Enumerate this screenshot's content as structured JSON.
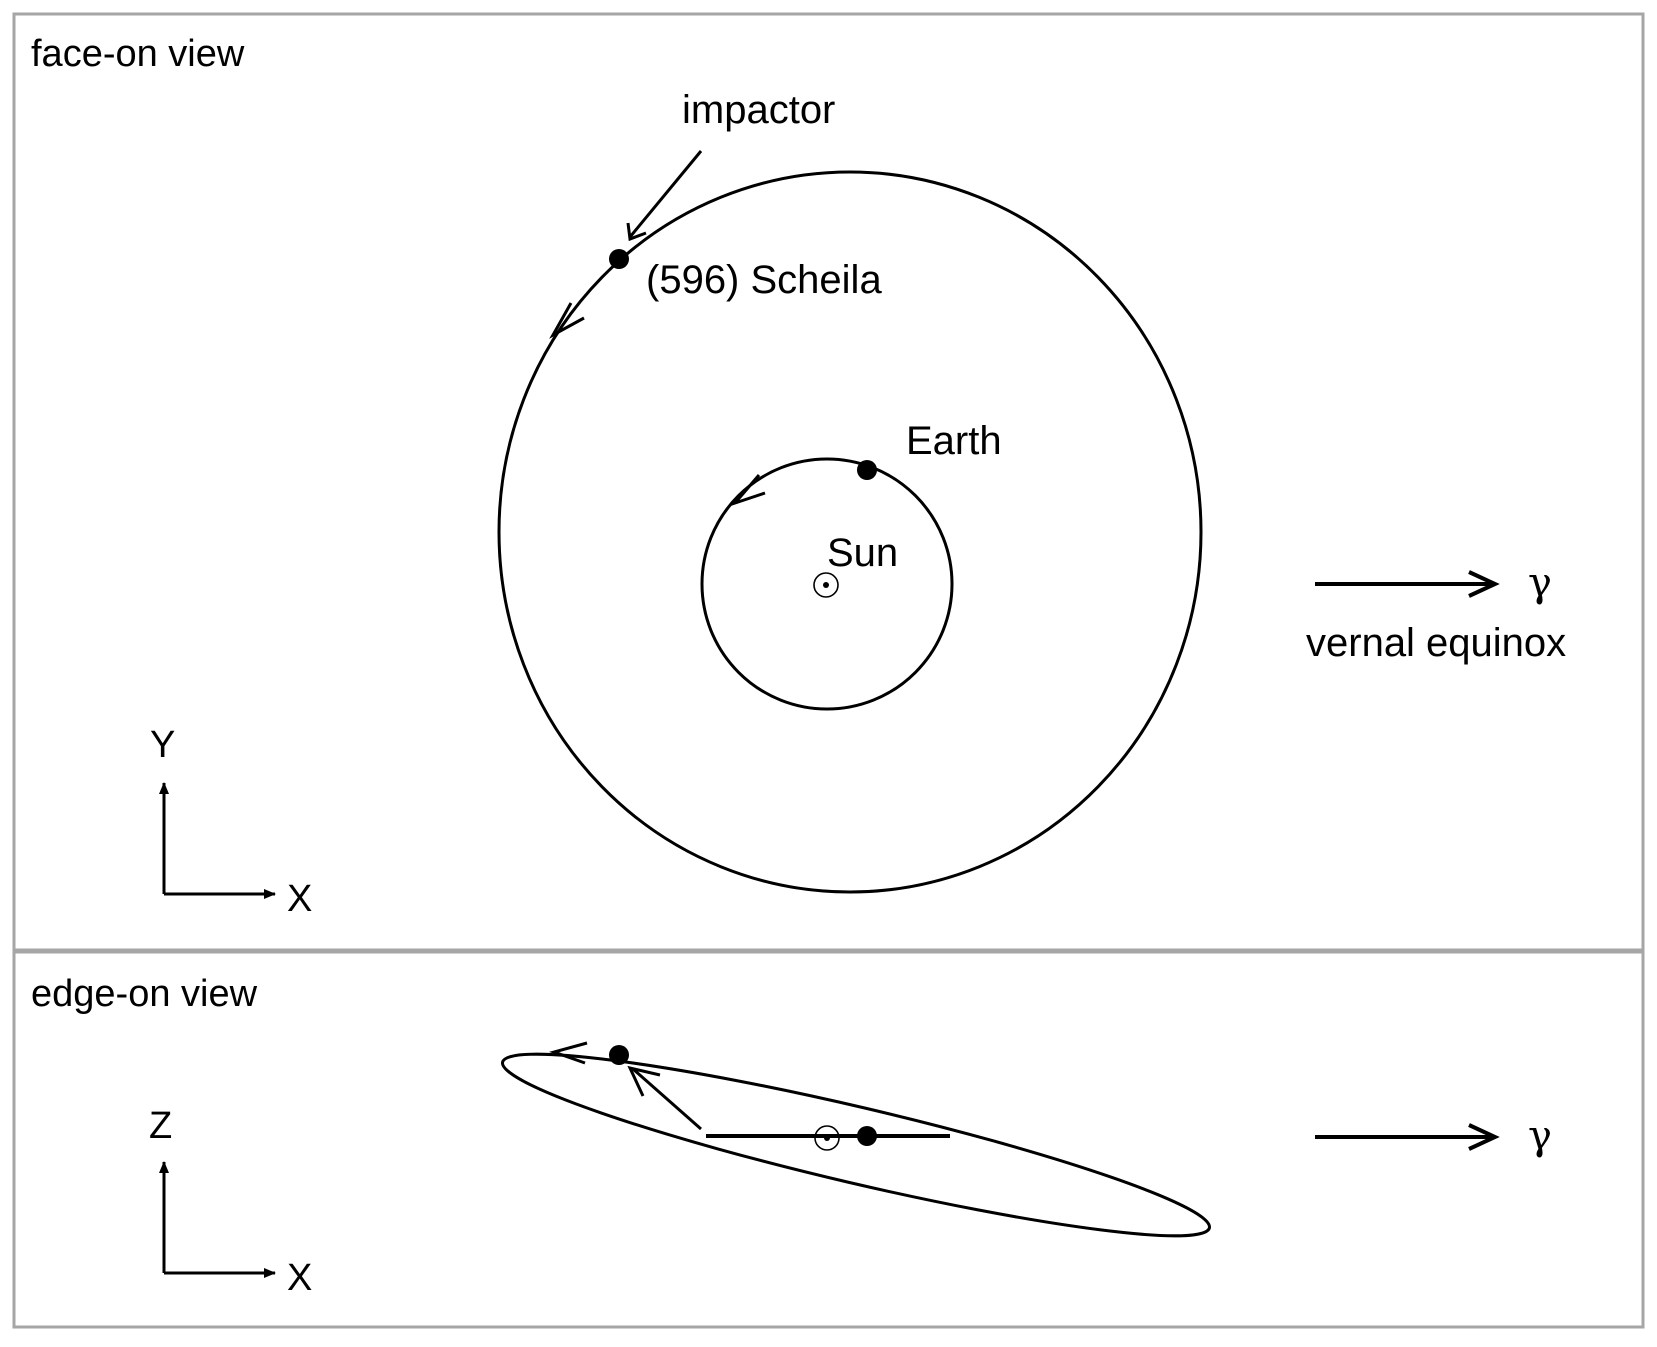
{
  "panels": {
    "face_on": {
      "title": "face-on view",
      "labels": {
        "impactor": "impactor",
        "asteroid": "(596) Scheila",
        "earth": "Earth",
        "sun": "Sun",
        "equinox_symbol": "γ",
        "equinox": "vernal equinox"
      },
      "axes": {
        "vertical": "Y",
        "horizontal": "X"
      }
    },
    "edge_on": {
      "title": "edge-on view",
      "labels": {
        "equinox_symbol": "γ"
      },
      "axes": {
        "vertical": "Z",
        "horizontal": "X"
      }
    }
  },
  "colors": {
    "stroke": "#000000",
    "frame": "#a6a6a6",
    "background": "#ffffff"
  }
}
